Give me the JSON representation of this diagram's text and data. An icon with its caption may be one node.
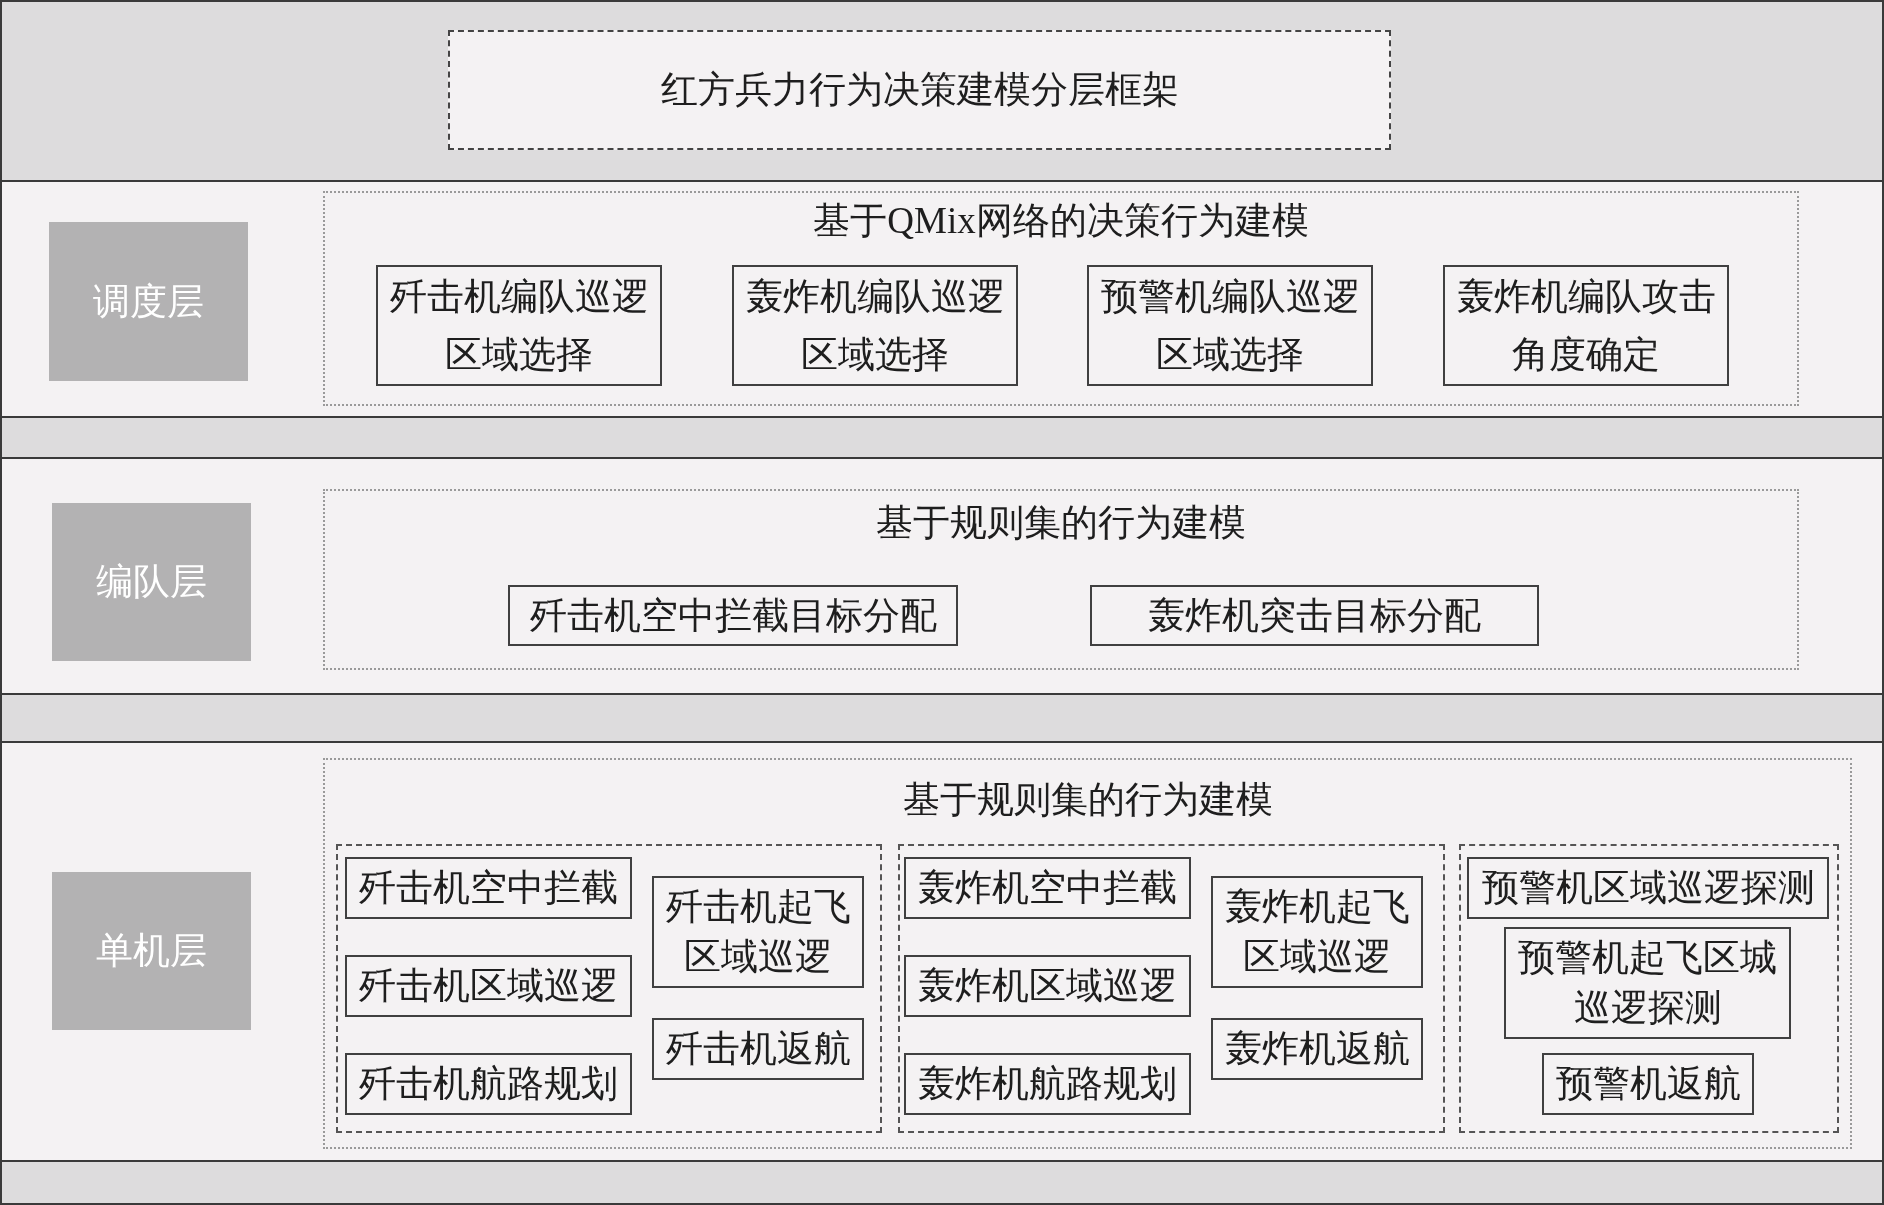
{
  "diagram": {
    "nodes": [
      {
        "text": [
          "红方兵力行为决策建模分层框架"
        ]
      },
      {
        "text": [],
        "shape": "band"
      },
      {
        "text": [
          "调度层"
        ],
        "in": 1
      },
      {
        "text": [
          "基于QMix网络的决策行为建模"
        ],
        "in": 1
      },
      {
        "text": [
          "歼击机编队巡逻区域选择"
        ],
        "in": 3
      },
      {
        "text": [
          "轰炸机编队巡逻区域选择"
        ],
        "in": 3
      },
      {
        "text": [
          "预警机编队巡逻区域选择"
        ],
        "in": 3
      },
      {
        "text": [
          "轰炸机编队攻击角度确定"
        ],
        "in": 3
      },
      {
        "text": [],
        "shape": "band"
      },
      {
        "text": [
          "编队层"
        ],
        "in": 8
      },
      {
        "text": [
          "基于规则集的行为建模"
        ],
        "in": 8
      },
      {
        "text": [
          "歼击机空中拦截目标分配"
        ],
        "in": 10
      },
      {
        "text": [
          "轰炸机突击目标分配"
        ],
        "in": 10
      },
      {
        "text": [],
        "shape": "band"
      },
      {
        "text": [
          "单机层"
        ],
        "in": 13
      },
      {
        "text": [
          "基于规则集的行为建模"
        ],
        "in": 13
      },
      {
        "text": [],
        "shape": "box",
        "in": 15
      },
      {
        "text": [
          "歼击机空中拦截"
        ],
        "in": 16
      },
      {
        "text": [
          "歼击机区域巡逻"
        ],
        "in": 16
      },
      {
        "text": [
          "歼击机航路规划"
        ],
        "in": 16
      },
      {
        "text": [
          "歼击机起飞区域巡逻"
        ],
        "in": 16
      },
      {
        "text": [
          "歼击机返航"
        ],
        "in": 16
      },
      {
        "text": [],
        "shape": "box",
        "in": 15
      },
      {
        "text": [
          "轰炸机空中拦截"
        ],
        "in": 22
      },
      {
        "text": [
          "轰炸机区域巡逻"
        ],
        "in": 22
      },
      {
        "text": [
          "轰炸机航路规划"
        ],
        "in": 22
      },
      {
        "text": [
          "轰炸机起飞区域巡逻"
        ],
        "in": 22
      },
      {
        "text": [
          "轰炸机返航"
        ],
        "in": 22
      },
      {
        "text": [],
        "shape": "box",
        "in": 15
      },
      {
        "text": [
          "预警机区域巡逻探测"
        ],
        "in": 28
      },
      {
        "text": [
          "预警机起飞区城巡逻探测"
        ],
        "in": 28
      },
      {
        "text": [
          "预警机返航"
        ],
        "in": 28
      }
    ]
  }
}
